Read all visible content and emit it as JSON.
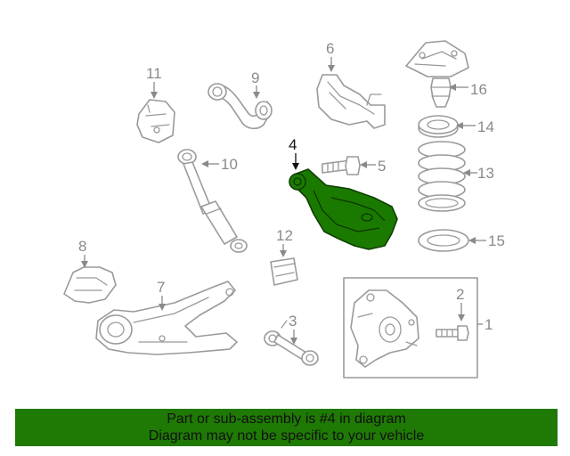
{
  "diagram": {
    "highlighted_callout": "4",
    "highlight_color": "#1a7a00",
    "callouts": {
      "c1": "1",
      "c2": "2",
      "c3": "3",
      "c4": "4",
      "c5": "5",
      "c6": "6",
      "c7": "7",
      "c8": "8",
      "c9": "9",
      "c10": "10",
      "c11": "11",
      "c12": "12",
      "c13": "13",
      "c14": "14",
      "c15": "15",
      "c16": "16"
    }
  },
  "banner": {
    "line1": "Part or sub-assembly is #4 in diagram",
    "line2": "Diagram may not be specific to your vehicle",
    "background": "#1f7a05"
  }
}
